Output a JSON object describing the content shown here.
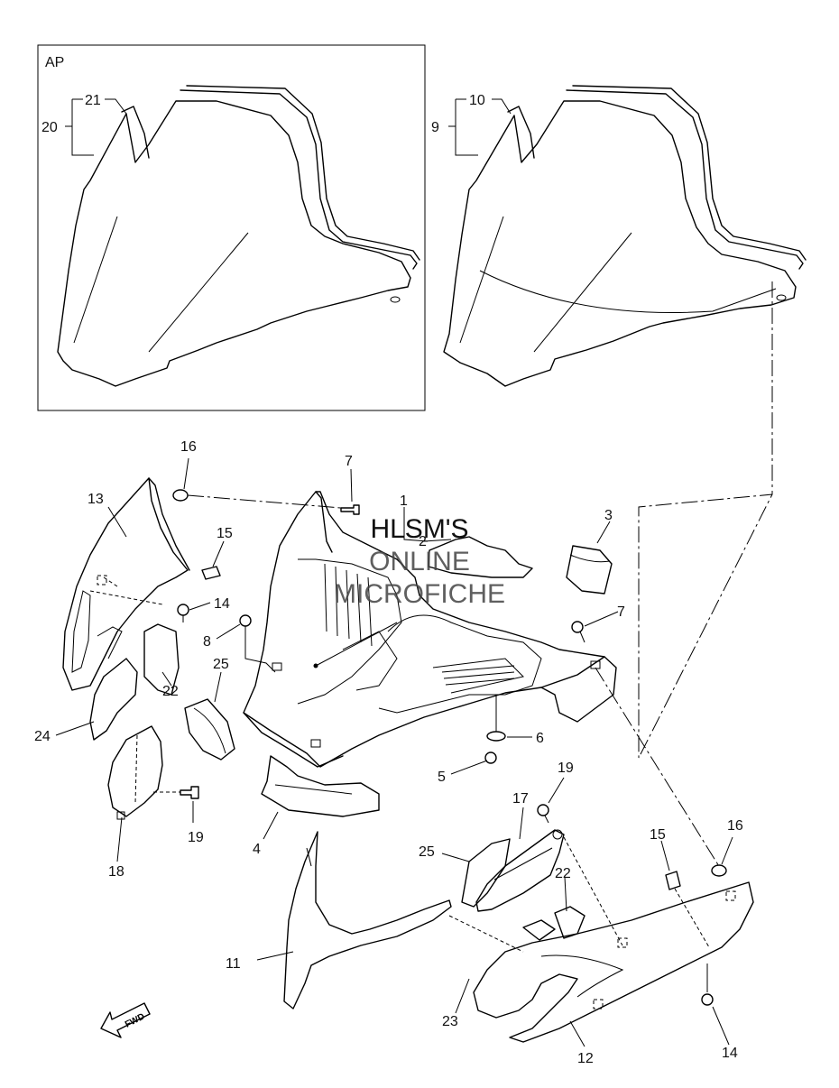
{
  "inset": {
    "label": "AP"
  },
  "callouts": {
    "c1": "1",
    "c2": "2",
    "c3": "3",
    "c4": "4",
    "c5": "5",
    "c6": "6",
    "c7a": "7",
    "c7b": "7",
    "c8": "8",
    "c9": "9",
    "c10": "10",
    "c11": "11",
    "c12": "12",
    "c13": "13",
    "c14a": "14",
    "c14b": "14",
    "c15a": "15",
    "c15b": "15",
    "c16a": "16",
    "c16b": "16",
    "c17": "17",
    "c18": "18",
    "c19a": "19",
    "c19b": "19",
    "c20": "20",
    "c21": "21",
    "c22a": "22",
    "c22b": "22",
    "c23": "23",
    "c24": "24",
    "c25a": "25",
    "c25b": "25"
  },
  "watermark": {
    "line1": "HLSM'S",
    "line2": "ONLINE",
    "line3": "MICROFICHE"
  },
  "direction": {
    "label": "FWD"
  }
}
